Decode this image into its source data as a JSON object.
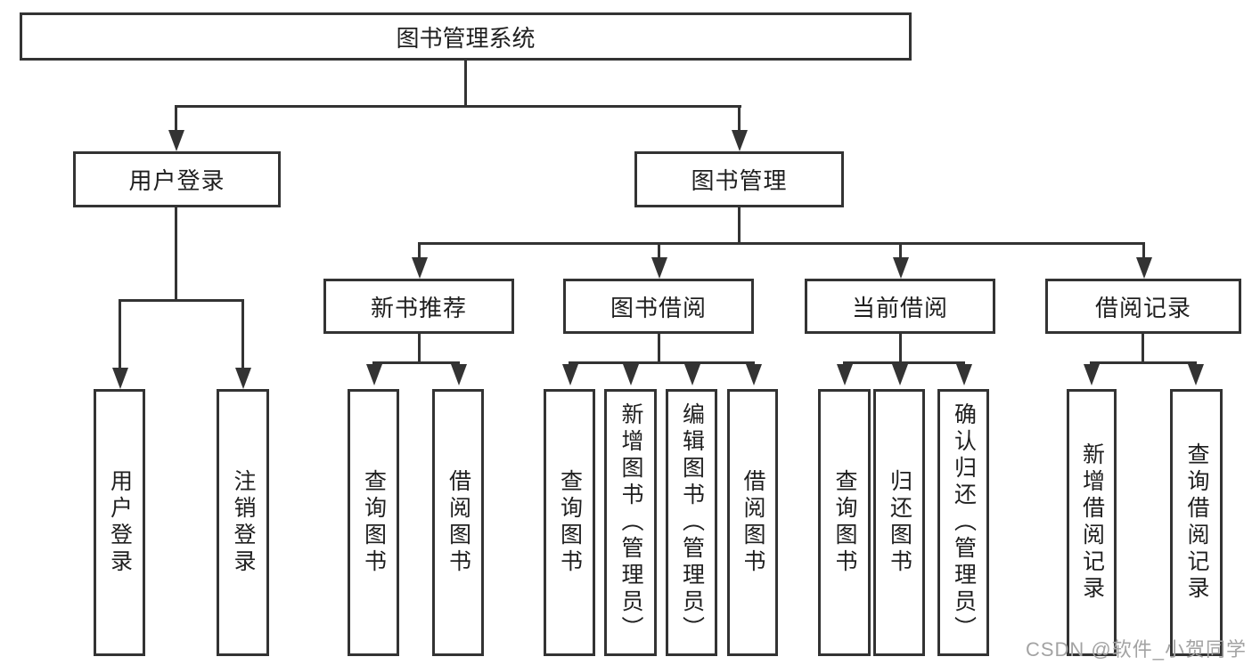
{
  "colors": {
    "line": "#333333",
    "text": "#1f1f1f",
    "background": "#ffffff",
    "watermark": "#a3a3a3"
  },
  "watermark": {
    "text": "CSDN @软件_小贺同学"
  },
  "tree": {
    "root": {
      "label": "图书管理系统"
    },
    "branches": [
      {
        "label": "用户登录",
        "leaves": [
          {
            "label": "用户登录"
          },
          {
            "label": "注销登录"
          }
        ]
      },
      {
        "label": "图书管理",
        "groups": [
          {
            "label": "新书推荐",
            "leaves": [
              {
                "label": "查询图书"
              },
              {
                "label": "借阅图书"
              }
            ]
          },
          {
            "label": "图书借阅",
            "leaves": [
              {
                "label": "查询图书"
              },
              {
                "label": "新增图书（管理员）"
              },
              {
                "label": "编辑图书（管理员）"
              },
              {
                "label": "借阅图书"
              }
            ]
          },
          {
            "label": "当前借阅",
            "leaves": [
              {
                "label": "查询图书"
              },
              {
                "label": "归还图书"
              },
              {
                "label": "确认归还（管理员）"
              }
            ]
          },
          {
            "label": "借阅记录",
            "leaves": [
              {
                "label": "新增借阅记录"
              },
              {
                "label": "查询借阅记录"
              }
            ]
          }
        ]
      }
    ]
  }
}
